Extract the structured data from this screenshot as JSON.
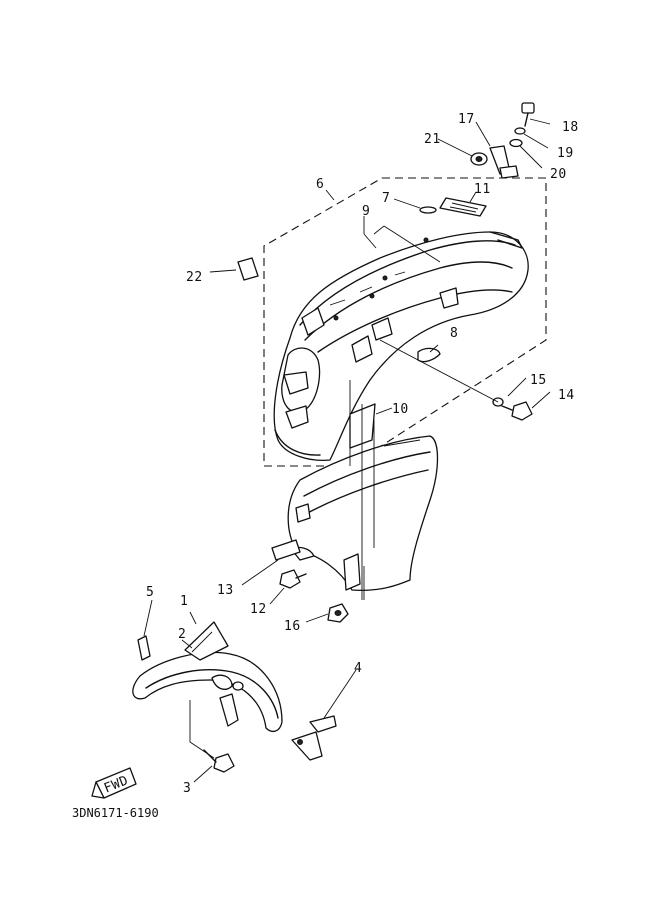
{
  "diagram": {
    "drawing_number": "3DN6171-6190",
    "fwd_label": "FWD",
    "callouts": [
      "1",
      "2",
      "3",
      "4",
      "5",
      "6",
      "7",
      "8",
      "9",
      "10",
      "11",
      "12",
      "13",
      "14",
      "15",
      "16",
      "17",
      "18",
      "19",
      "20",
      "21",
      "22"
    ]
  }
}
